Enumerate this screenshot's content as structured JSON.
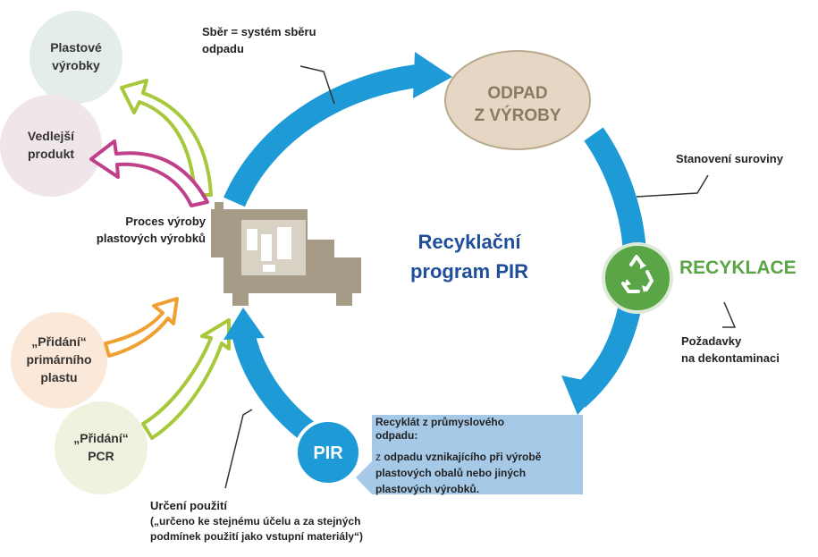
{
  "center": {
    "line1": "Recyklační",
    "line2": "program PIR"
  },
  "nodes": {
    "odpad": {
      "line1": "ODPAD",
      "line2": "Z VÝROBY"
    },
    "recyklace": "RECYKLACE",
    "pir": "PIR"
  },
  "labels": {
    "sber": {
      "line1": "Sběr = systém sběru",
      "line2": "odpadu"
    },
    "stanoveni": "Stanovení suroviny",
    "pozadavky": {
      "line1": "Požadavky",
      "line2": "na dekontaminaci"
    },
    "recyklat": {
      "title1": "Recyklát z průmyslového",
      "title2": "odpadu:",
      "body1_prefix": "z",
      "body1": " odpadu vznikajícího při výrobě",
      "body2": "plastových obalů nebo jiných",
      "body3": "plastových výrobků."
    },
    "urceni": {
      "title": "Určení použití",
      "line1": "(„určeno ke stejnému účelu a za stejných",
      "line2": "podmínek použití jako vstupní materiály“)"
    },
    "proces": {
      "line1": "Proces výroby",
      "line2": "plastových výrobků"
    }
  },
  "side_circles": {
    "plastove": {
      "line1": "Plastové",
      "line2": "výrobky"
    },
    "vedlejsi": {
      "line1": "Vedlejší",
      "line2": "produkt"
    },
    "pridani_primarniho": {
      "line1": "„Přidání“",
      "line2": "primárního",
      "line3": "plastu"
    },
    "pridani_pcr": {
      "line1": "„Přidání“",
      "line2": "PCR"
    }
  },
  "colors": {
    "cycle_blue": "#1e9ad6",
    "title_blue": "#1f4e9a",
    "recycle_green": "#5aa546",
    "machine_taupe": "#a59b86",
    "odpad_fill": "#e5d7c3",
    "arrow_green": "#a8c83c",
    "arrow_magenta": "#c0408a",
    "arrow_orange": "#f0a030",
    "box_blue": "#a6c9e8"
  }
}
